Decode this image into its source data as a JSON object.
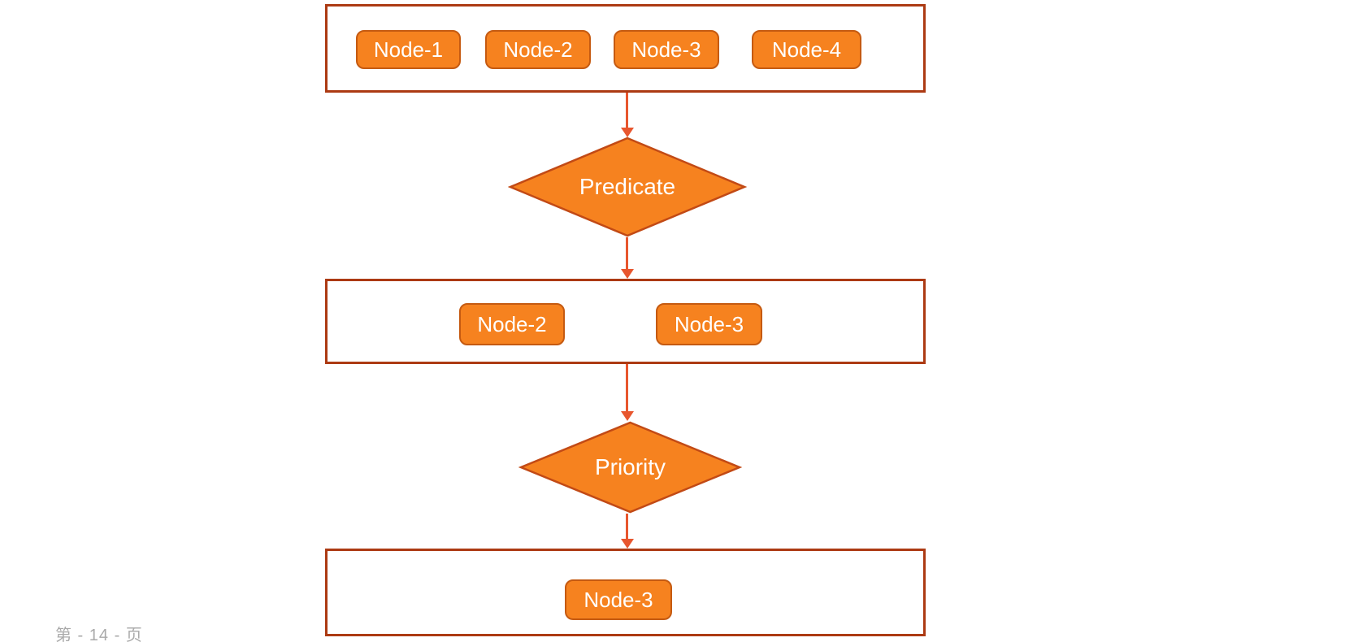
{
  "colors": {
    "node_fill": "#F6821F",
    "node_border": "#C55A11",
    "container_border": "#AC3A13",
    "diamond_fill": "#F6821F",
    "diamond_border": "#C24A15",
    "arrow": "#E8562E",
    "label_text": "#FFFFFF",
    "footer_text": "#A9A9A9"
  },
  "diagram": {
    "box1": {
      "nodes": [
        "Node-1",
        "Node-2",
        "Node-3",
        "Node-4"
      ]
    },
    "diamond1": {
      "label": "Predicate"
    },
    "box2": {
      "nodes": [
        "Node-2",
        "Node-3"
      ]
    },
    "diamond2": {
      "label": "Priority"
    },
    "box3": {
      "nodes": [
        "Node-3"
      ]
    }
  },
  "footer": {
    "page_label": "第 - 14 - 页"
  }
}
